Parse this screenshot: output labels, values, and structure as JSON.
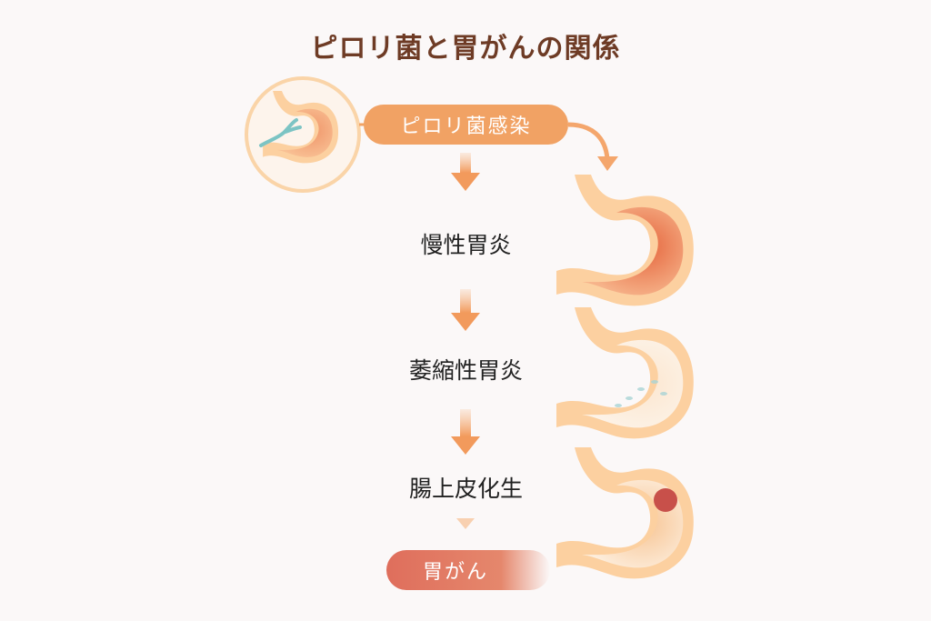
{
  "title": "ピロリ菌と胃がんの関係",
  "flow": {
    "start": "ピロリ菌感染",
    "stages": [
      "慢性胃炎",
      "萎縮性胃炎",
      "腸上皮化生"
    ],
    "end": "胃がん"
  },
  "colors": {
    "title": "#6e3b25",
    "accent": "#f1a264",
    "cancer": "#df6e5c"
  }
}
